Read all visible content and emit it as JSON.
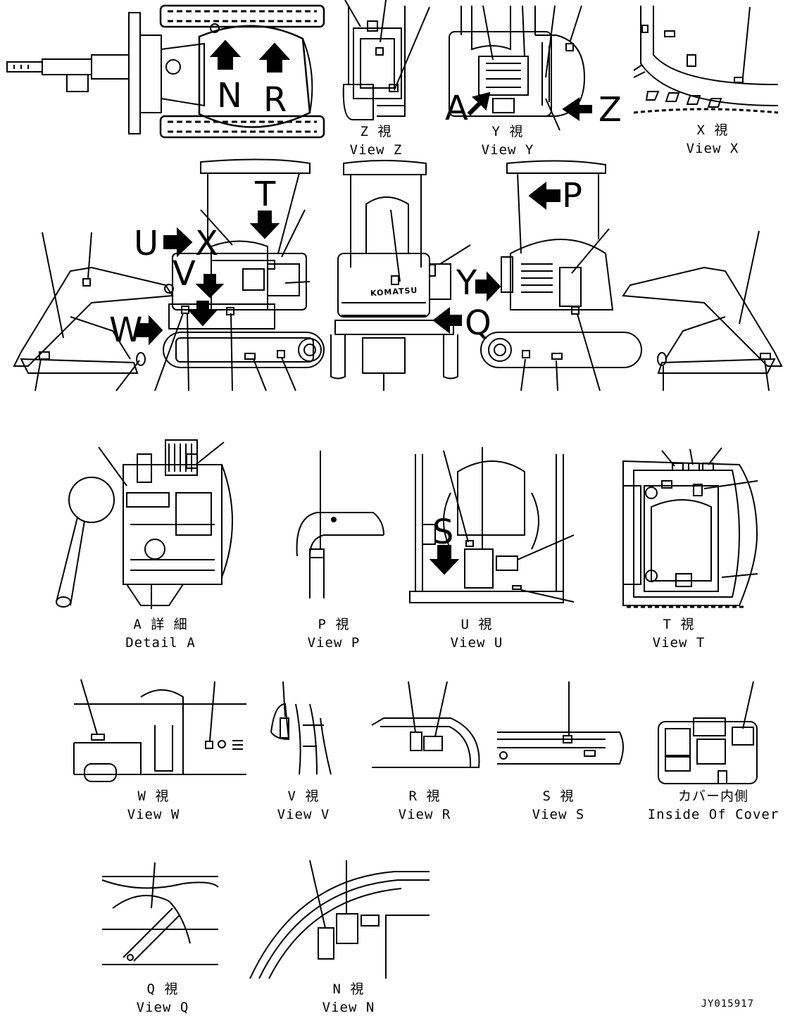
{
  "views": {
    "z": {
      "jp": "Z 視",
      "en": "View Z"
    },
    "y": {
      "jp": "Y 視",
      "en": "View Y"
    },
    "x": {
      "jp": "X 視",
      "en": "View X"
    },
    "a": {
      "jp": "A 詳 細",
      "en": "Detail A"
    },
    "p": {
      "jp": "P 視",
      "en": "View P"
    },
    "u": {
      "jp": "U 視",
      "en": "View U"
    },
    "t": {
      "jp": "T 視",
      "en": "View T"
    },
    "w": {
      "jp": "W 視",
      "en": "View W"
    },
    "v": {
      "jp": "V 視",
      "en": "View V"
    },
    "r": {
      "jp": "R 視",
      "en": "View R"
    },
    "s": {
      "jp": "S 視",
      "en": "View S"
    },
    "cover": {
      "jp": "カバー内側",
      "en": "Inside Of Cover"
    },
    "q": {
      "jp": "Q 視",
      "en": "View Q"
    },
    "n": {
      "jp": "N 視",
      "en": "View N"
    }
  },
  "letters": {
    "n": "N",
    "r": "R",
    "a": "A",
    "z": "Z",
    "t": "T",
    "u": "U",
    "x": "X",
    "v": "V",
    "w": "W",
    "y": "Y",
    "q": "Q",
    "p": "P",
    "s": "S"
  },
  "brand": "KOMATSU",
  "doc_id": "JY015917"
}
